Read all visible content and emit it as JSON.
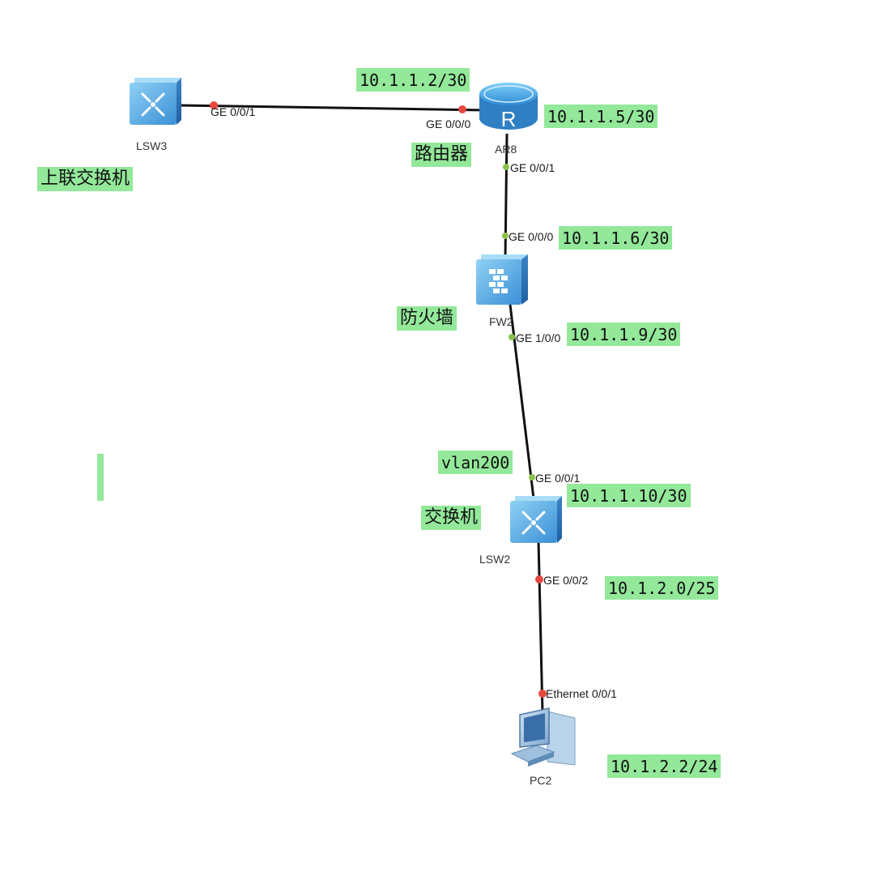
{
  "devices": {
    "lsw3": "LSW3",
    "ar8": "AR8",
    "fw2": "FW2",
    "lsw2": "LSW2",
    "pc2": "PC2"
  },
  "ports": {
    "lsw3_ge001": "GE 0/0/1",
    "ar8_ge000": "GE 0/0/0",
    "ar8_ge001": "GE 0/0/1",
    "fw2_ge000": "GE 0/0/0",
    "fw2_ge100": "GE 1/0/0",
    "lsw2_ge001": "GE 0/0/1",
    "lsw2_ge002": "GE 0/0/2",
    "pc2_eth001": "Ethernet 0/0/1"
  },
  "notes": {
    "ip_ar8_uplink": "10.1.1.2/30",
    "ip_ar8_down": "10.1.1.5/30",
    "router_cn": "路由器",
    "uplink_switch_cn": "上联交换机",
    "ip_fw_up": "10.1.1.6/30",
    "firewall_cn": "防火墙",
    "ip_fw_down": "10.1.1.9/30",
    "vlan": "vlan200",
    "ip_sw_up": "10.1.1.10/30",
    "switch_cn": "交换机",
    "subnet_sw_down": "10.1.2.0/25",
    "ip_pc": "10.1.2.2/24"
  },
  "colors": {
    "note_bg": "#93e89a",
    "link": "#111111",
    "port_up": "#8bc34a",
    "port_down": "#e8483f",
    "device_blue": "#4aa3df"
  }
}
